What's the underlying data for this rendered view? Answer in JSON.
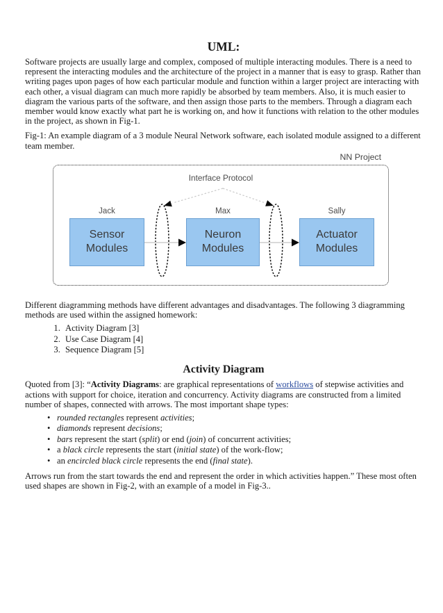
{
  "doc": {
    "title": "UML:",
    "intro": "Software projects are usually large and complex, composed of multiple interacting modules. There is a need to represent the interacting modules and the architecture of the project in a manner that is easy to grasp. Rather than writing pages upon pages of how each particular module and function within a larger project are interacting with each other, a visual diagram can much more rapidly be absorbed by team members. Also, it is much easier to diagram the various parts of the software, and then assign those parts to the members. Through a diagram each member would know exactly what part he is working on, and how it functions with relation to the other modules in the project, as shown in Fig-1.",
    "fig1_caption": "Fig-1: An example diagram of a 3 module Neural Network software, each isolated module assigned to a different team member.",
    "methods_intro": "Different diagramming methods have different advantages and disadvantages. The following 3 diagramming methods are used within the assigned homework:",
    "methods_list": [
      "Activity Diagram [3]",
      "Use Case Diagram [4]",
      "Sequence Diagram [5]"
    ],
    "section_title": "Activity Diagram",
    "quoted_paragraph": [
      {
        "t": "Quoted from [3]: “"
      },
      {
        "t": "Activity Diagrams",
        "s": "bold"
      },
      {
        "t": ": are graphical representations of "
      },
      {
        "t": "workflows",
        "s": "link"
      },
      {
        "t": " of stepwise activities and actions with support for choice, iteration and concurrency. Activity diagrams are constructed from a limited number of shapes, connected with arrows. The most important shape types:"
      }
    ],
    "shape_bullets": [
      [
        {
          "t": "rounded rectangles",
          "s": "italic"
        },
        {
          "t": " represent "
        },
        {
          "t": "activities",
          "s": "italic"
        },
        {
          "t": ";"
        }
      ],
      [
        {
          "t": "diamonds",
          "s": "italic"
        },
        {
          "t": " represent "
        },
        {
          "t": "decisions",
          "s": "italic"
        },
        {
          "t": ";"
        }
      ],
      [
        {
          "t": "bars",
          "s": "italic"
        },
        {
          "t": " represent the start ("
        },
        {
          "t": "split",
          "s": "italic"
        },
        {
          "t": ") or end ("
        },
        {
          "t": "join",
          "s": "italic"
        },
        {
          "t": ") of concurrent activities;"
        }
      ],
      [
        {
          "t": "a "
        },
        {
          "t": "black circle",
          "s": "italic"
        },
        {
          "t": " represents the start ("
        },
        {
          "t": "initial state",
          "s": "italic"
        },
        {
          "t": ") of the work-flow;"
        }
      ],
      [
        {
          "t": "an "
        },
        {
          "t": "encircled black circle",
          "s": "italic"
        },
        {
          "t": " represents the end ("
        },
        {
          "t": "final state",
          "s": "italic"
        },
        {
          "t": ")."
        }
      ]
    ],
    "closing_paragraph": [
      {
        "t": "Arrows run from the start towards the end and represent the order in which activities happen.” These most often used shapes are shown in Fig-2, with an example of a model in Fig-3.."
      }
    ]
  },
  "fig1": {
    "project_label": "NN Project",
    "interface_label": "Interface Protocol",
    "modules": [
      {
        "owner": "Jack",
        "name": "Sensor Modules"
      },
      {
        "owner": "Max",
        "name": "Neuron Modules"
      },
      {
        "owner": "Sally",
        "name": "Actuator Modules"
      }
    ],
    "colors": {
      "module_fill": "#9ac7f0",
      "module_border": "#6b9fd2",
      "module_text": "#3a3a3a",
      "diagram_label_text": "#4c4c4c",
      "connector_line": "#d9d9d9",
      "fan_line": "#c9c9c9",
      "arrowhead": "#0a0a0a",
      "link_blue": "#2a4b9e"
    }
  }
}
